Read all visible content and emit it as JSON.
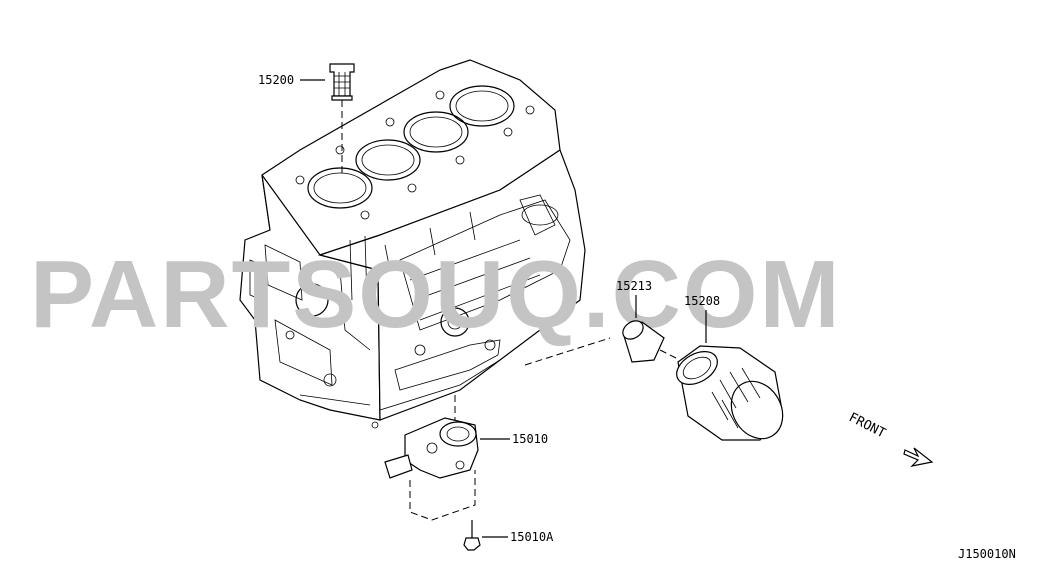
{
  "diagram": {
    "watermark": "PARTSOUQ.COM",
    "direction_label": "FRONT",
    "figure_code": "J150010N",
    "parts": [
      {
        "id": "oil-strainer",
        "number": "15200"
      },
      {
        "id": "oil-filter-connector",
        "number": "15213"
      },
      {
        "id": "oil-filter",
        "number": "15208"
      },
      {
        "id": "oil-filter-bracket",
        "number": "15010"
      },
      {
        "id": "bracket-bolt",
        "number": "15010A"
      }
    ]
  }
}
